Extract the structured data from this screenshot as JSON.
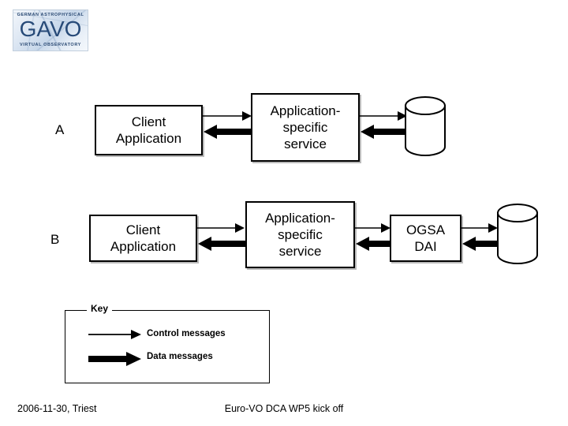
{
  "logo": {
    "top_text": "GERMAN ASTROPHYSICAL",
    "main_text": "GAVO",
    "bottom_text": "VIRTUAL OBSERVATORY"
  },
  "diagram": {
    "rows": [
      {
        "label": "A",
        "boxes": [
          {
            "name": "client-application",
            "line1": "Client",
            "line2": "Application"
          },
          {
            "name": "application-specific-service",
            "line1": "Application-",
            "line2": "specific",
            "line3": "service"
          }
        ],
        "datastore": "database-cylinder"
      },
      {
        "label": "B",
        "boxes": [
          {
            "name": "client-application",
            "line1": "Client",
            "line2": "Application"
          },
          {
            "name": "application-specific-service",
            "line1": "Application-",
            "line2": "specific",
            "line3": "service"
          },
          {
            "name": "ogsa-dai",
            "line1": "OGSA",
            "line2": "DAI"
          }
        ],
        "datastore": "database-cylinder"
      }
    ]
  },
  "key": {
    "title": "Key",
    "entries": [
      {
        "icon": "thin-arrow-right-icon",
        "label": "Control messages"
      },
      {
        "icon": "thick-arrow-right-icon",
        "label": "Data messages"
      }
    ]
  },
  "footer": {
    "left": "2006-11-30, Triest",
    "center": "Euro-VO DCA WP5 kick off"
  },
  "colors": {
    "ink": "#000000",
    "background": "#ffffff",
    "logo_blue": "#274a78",
    "box_shadow": "#828282"
  }
}
